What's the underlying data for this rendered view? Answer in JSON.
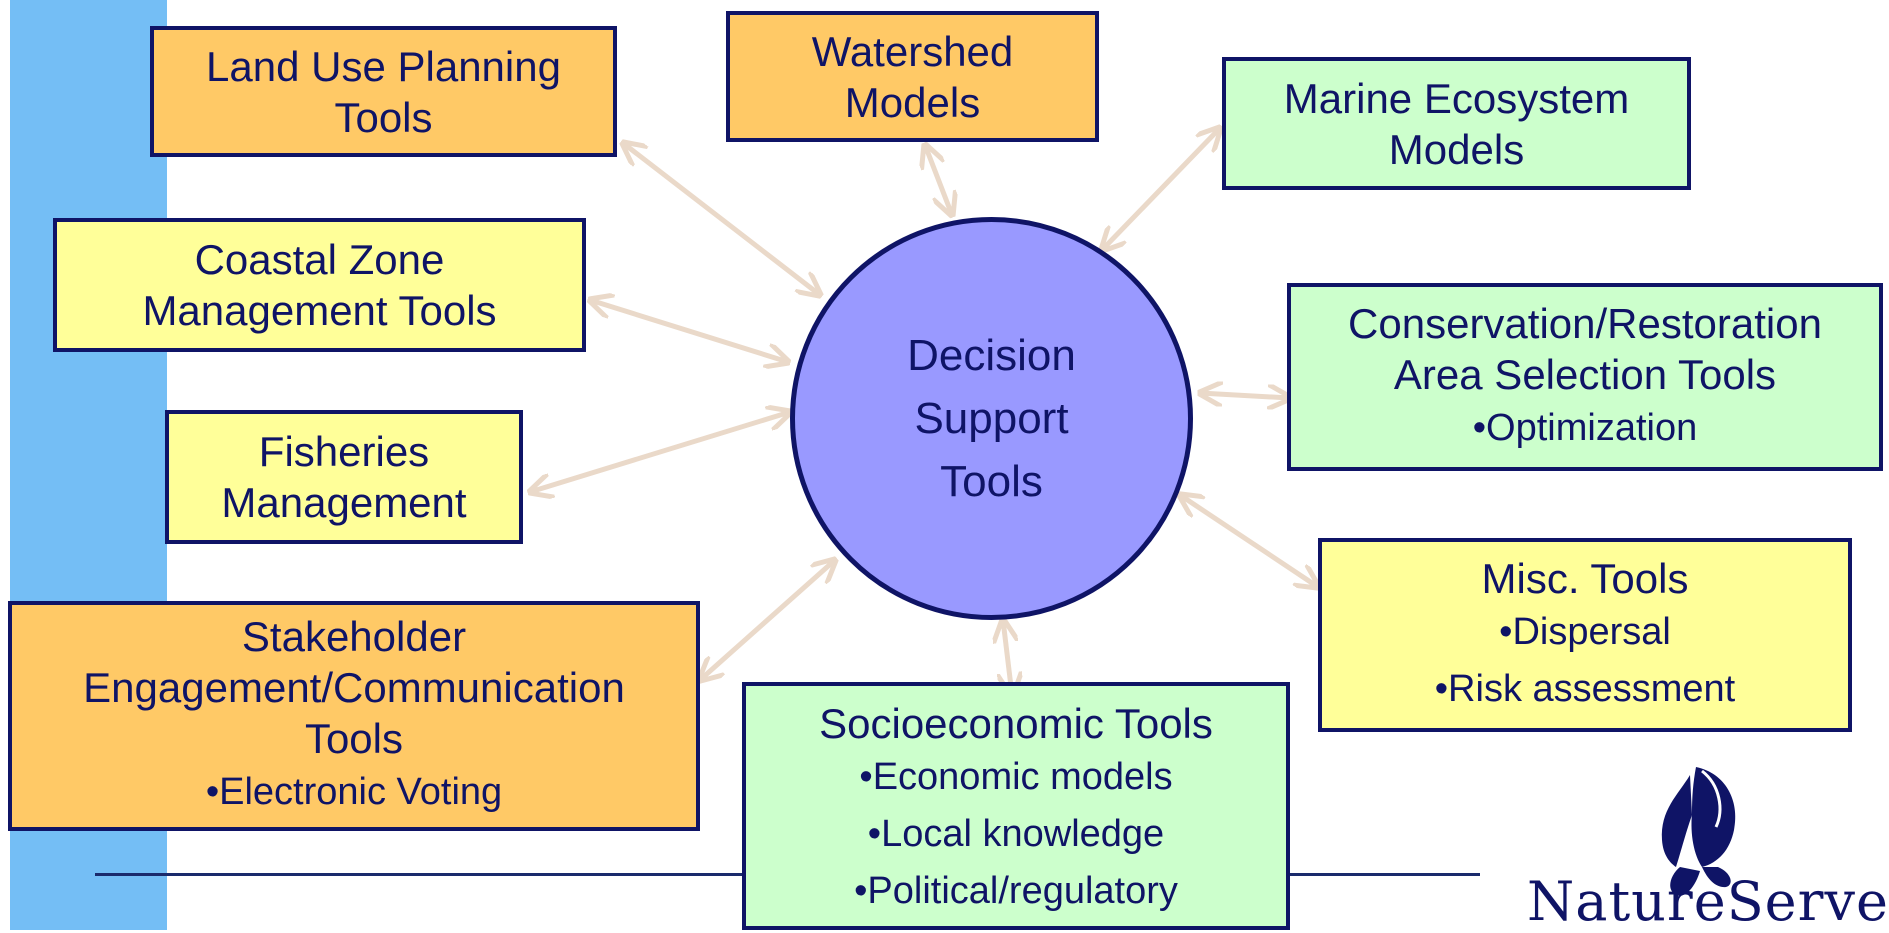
{
  "colors": {
    "sidebar": "#74bef5",
    "orange_box": "#ffc966",
    "yellow_box": "#ffff99",
    "green_box": "#ccffcc",
    "circle": "#9999ff",
    "border_text": "#0f1466",
    "arrow": "#ead9c9"
  },
  "center": {
    "label": "Decision\nSupport\nTools"
  },
  "boxes": {
    "land_use": {
      "title": "Land Use Planning\nTools"
    },
    "watershed": {
      "title": "Watershed\nModels"
    },
    "marine": {
      "title": "Marine Ecosystem\nModels"
    },
    "coastal": {
      "title": "Coastal Zone\nManagement Tools"
    },
    "conservation": {
      "title": "Conservation/Restoration\nArea Selection Tools",
      "bullets": [
        "•Optimization"
      ]
    },
    "fisheries": {
      "title": "Fisheries\nManagement"
    },
    "misc": {
      "title": "Misc. Tools",
      "bullets": [
        "•Dispersal",
        "•Risk assessment"
      ]
    },
    "stakeholder": {
      "title": "Stakeholder\nEngagement/Communication\nTools",
      "bullets": [
        "•Electronic Voting"
      ]
    },
    "socioeconomic": {
      "title": "Socioeconomic Tools",
      "bullets": [
        "•Economic models",
        "•Local knowledge",
        "•Political/regulatory"
      ]
    }
  },
  "logo": {
    "text": "NatureServe",
    "icon": "butterfly-icon"
  }
}
